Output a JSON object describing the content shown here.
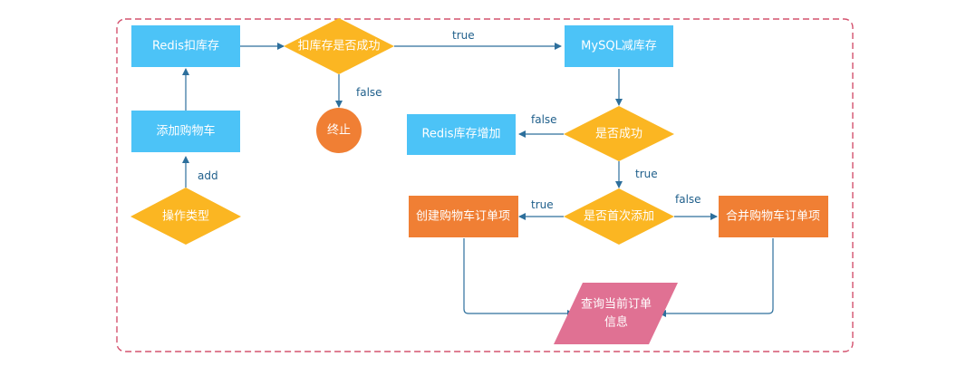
{
  "flowchart": {
    "nodes": {
      "redis_deduct": "Redis扣库存",
      "add_cart": "添加购物车",
      "op_type": "操作类型",
      "deduct_success": "扣库存是否成功",
      "terminate": "终止",
      "mysql_reduce": "MySQL减库存",
      "is_success": "是否成功",
      "redis_increase": "Redis库存增加",
      "is_first_add": "是否首次添加",
      "create_order_item": "创建购物车订单项",
      "merge_order_item": "合并购物车订单项",
      "query_order_line1": "查询当前订单",
      "query_order_line2": "信息"
    },
    "edges": {
      "add": "add",
      "true1": "true",
      "false1": "false",
      "false2": "false",
      "true2": "true",
      "true3": "true",
      "false3": "false"
    },
    "colors": {
      "blue": "#4cc3f7",
      "yellow": "#fbb622",
      "orange": "#f07f34",
      "pink": "#e07193",
      "line": "#2d6f9c",
      "label": "#1f5f8b",
      "border": "#d4536f"
    }
  }
}
